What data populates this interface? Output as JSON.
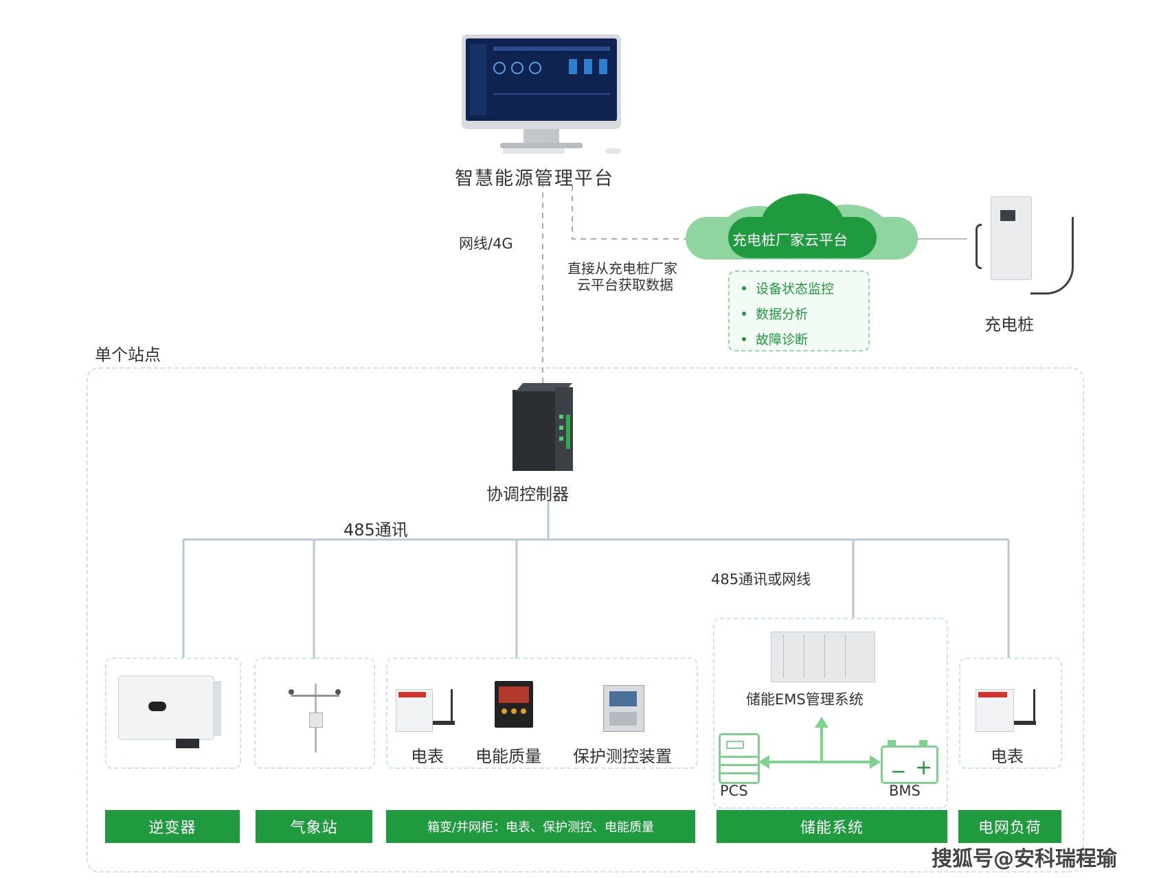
{
  "platform": {
    "title": "智慧能源管理平台"
  },
  "link": {
    "network_label": "网线/4G",
    "direct_label_1": "直接从充电桩厂家",
    "direct_label_2": "云平台获取数据"
  },
  "cloud": {
    "title": "充电桩厂家云平台",
    "features": [
      "设备状态监控",
      "数据分析",
      "故障诊断"
    ],
    "accent": "#1f9a3f"
  },
  "charger": {
    "label": "充电桩"
  },
  "site": {
    "label": "单个站点"
  },
  "controller": {
    "label": "协调控制器"
  },
  "bus": {
    "label_485": "485通讯",
    "label_485_or_net": "485通讯或网线"
  },
  "devices": {
    "meter_1": "电表",
    "power_quality": "电能质量",
    "protection": "保护测控装置",
    "ems": "储能EMS管理系统",
    "pcs": "PCS",
    "bms": "BMS",
    "meter_2": "电表"
  },
  "categories": [
    "逆变器",
    "气象站",
    "箱变/并网柜：电表、保护测控、电能质量",
    "储能系统",
    "电网负荷"
  ],
  "watermark": "搜狐号@安科瑞程瑜"
}
